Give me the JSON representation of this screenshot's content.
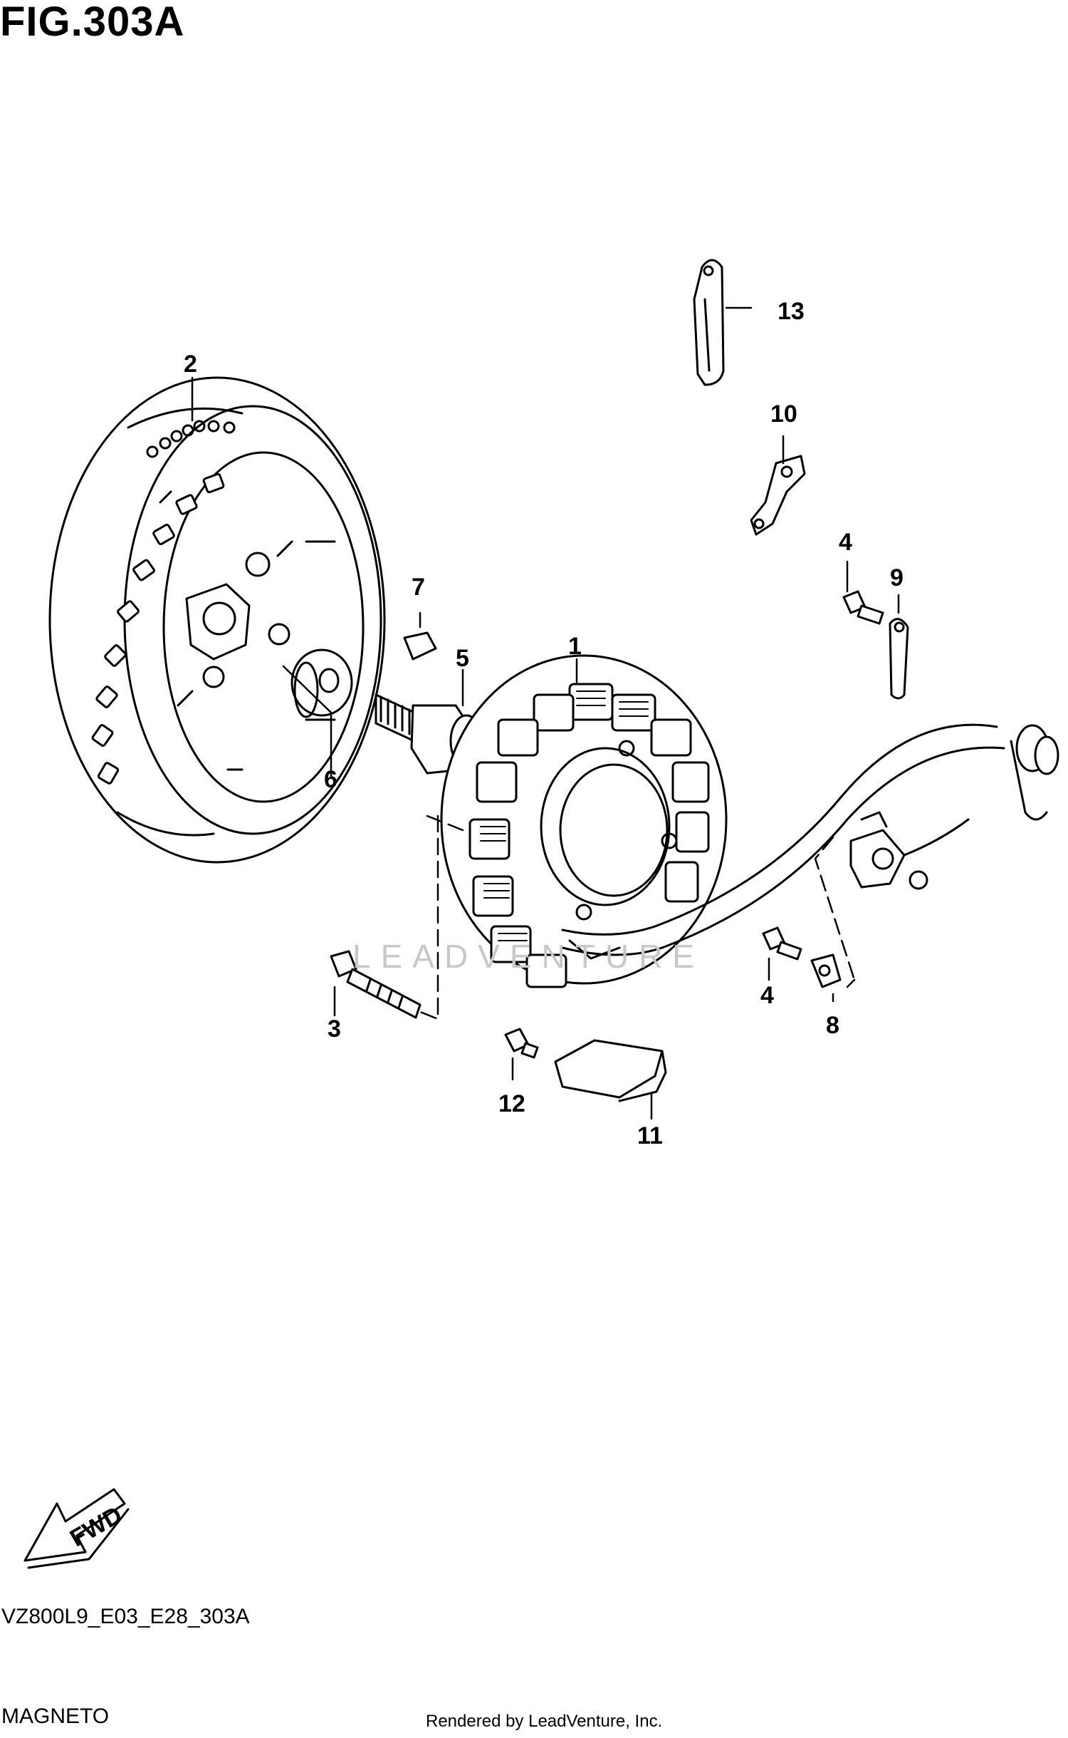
{
  "figure": {
    "title": "FIG.303A",
    "code": "VZ800L9_E03_E28_303A",
    "name": "MAGNETO",
    "rendered_by": "Rendered by LeadVenture, Inc.",
    "watermark": "LEADVENTURE",
    "fwd_label": "FWD"
  },
  "callouts": [
    {
      "id": "1",
      "label": "1"
    },
    {
      "id": "2",
      "label": "2"
    },
    {
      "id": "3",
      "label": "3"
    },
    {
      "id": "4a",
      "label": "4"
    },
    {
      "id": "4b",
      "label": "4"
    },
    {
      "id": "5",
      "label": "5"
    },
    {
      "id": "6",
      "label": "6"
    },
    {
      "id": "7",
      "label": "7"
    },
    {
      "id": "8",
      "label": "8"
    },
    {
      "id": "9",
      "label": "9"
    },
    {
      "id": "10",
      "label": "10"
    },
    {
      "id": "11",
      "label": "11"
    },
    {
      "id": "12",
      "label": "12"
    },
    {
      "id": "13",
      "label": "13"
    }
  ]
}
